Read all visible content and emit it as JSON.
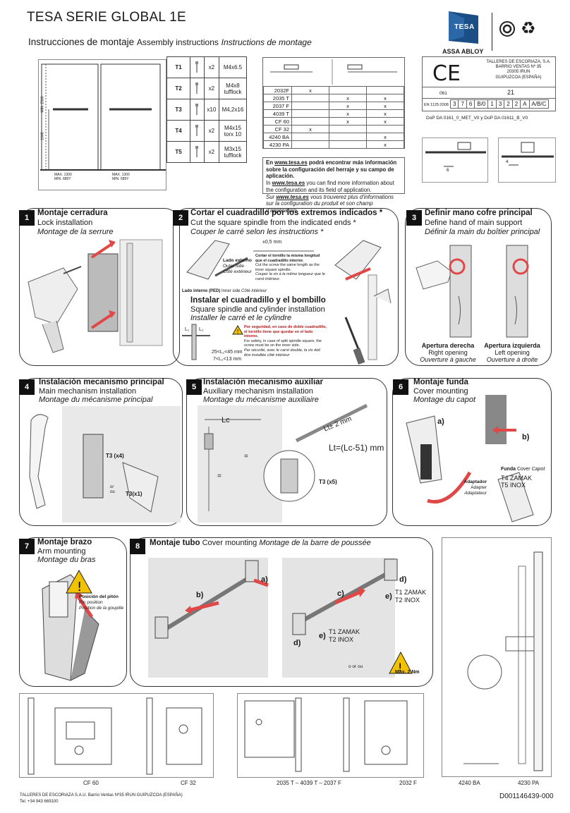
{
  "header": {
    "title": "TESA SERIE GLOBAL 1E",
    "subtitle_es": "Instrucciones de montaje",
    "subtitle_en": "Assembly instructions",
    "subtitle_fr": "Instructions de montage",
    "brand": "TESA",
    "group": "ASSA ABLOY"
  },
  "door_diagram": {
    "dim_1": "MIN. 2500",
    "dim_2": "1048",
    "dim_3": "MAX. 1300\nMIN. 685Y",
    "dim_4": "MAX. 1300\nMIN. 685Y"
  },
  "screws": [
    {
      "code": "T1",
      "qty": "x2",
      "spec": "M4x6.5"
    },
    {
      "code": "T2",
      "qty": "x2",
      "spec": "M4x8\ntufflock"
    },
    {
      "code": "T3",
      "qty": "x10",
      "spec": "M4,2x16"
    },
    {
      "code": "T4",
      "qty": "x2",
      "spec": "M4x15\ntorx 10"
    },
    {
      "code": "T5",
      "qty": "x2",
      "spec": "M3x15\ntufflock"
    }
  ],
  "models": [
    {
      "name": "2032F",
      "c1": "x",
      "c2": "",
      "c3": ""
    },
    {
      "name": "2035 T",
      "c1": "",
      "c2": "x",
      "c3": "x"
    },
    {
      "name": "2037 F",
      "c1": "",
      "c2": "x",
      "c3": "x"
    },
    {
      "name": "4039 T",
      "c1": "",
      "c2": "x",
      "c3": "x"
    },
    {
      "name": "CF 60",
      "c1": "",
      "c2": "x",
      "c3": "x"
    },
    {
      "name": "CF 32",
      "c1": "x",
      "c2": "",
      "c3": ""
    },
    {
      "name": "4240 BA",
      "c1": "",
      "c2": "",
      "c3": "x"
    },
    {
      "name": "4230 PA",
      "c1": "",
      "c2": "",
      "c3": "x"
    }
  ],
  "info": {
    "es_pre": "En ",
    "es_link": "www.tesa.es",
    "es_post": " podrá encontrar más información sobre la configuración del herraje y su campo de aplicación.",
    "en_pre": "In ",
    "en_link": "www.tesa.es",
    "en_post": " you can find more information about the configuration and its field of application.",
    "fr_pre": "Sur ",
    "fr_link": "www.tesa.es",
    "fr_post": " vous trouverez plus d'informations sur la configuration du produit et son champ d'application."
  },
  "ce": {
    "mark": "CE",
    "company": "TALLERES DE ESCORIAZA, S.A.\nBARRIO VENTAS Nº 35\n20305 IRUN\nGUIPUZCOA (ESPAÑA)",
    "code": "061",
    "year": "21",
    "norm": "EN 1125:2008",
    "cells": [
      "3",
      "7",
      "6",
      "B/0",
      "1",
      "3",
      "2",
      "2",
      "A",
      "A/B/C"
    ],
    "dop": "DoP DA 0161_0_MET_V0 y DoP DA 01611_B_V0"
  },
  "detail_dims": {
    "d1": "6",
    "d2": "4"
  },
  "steps": {
    "s1": {
      "num": "1",
      "es": "Montaje cerradura",
      "en": "Lock installation",
      "fr": "Montage de la serrure"
    },
    "s2": {
      "num": "2",
      "es": "Cortar el cuadradillo por los extremos indicados *",
      "en": "Cut the square  spindle from the indicated ends *",
      "fr": "Couper le carré selon les instructions *"
    },
    "s2_dim": "±0,5 mm",
    "s2_note_es": "Cortar el tornillo la misma longitud que el cuadradillo interior.",
    "s2_note_en": "Cut the screw the same length as the inner square spindle.",
    "s2_note_fr": "Couper la vis à la même longueur que le carré intérieur.",
    "s2_outside_es": "Lado externo",
    "s2_outside_en": "Outer side",
    "s2_outside_fr": "Côté extérieur",
    "s2_inside_es": "Lado interno (PED)",
    "s2_inside_en": "Inner side",
    "s2_inside_fr": "Côté intérieur",
    "s2b_es": "Instalar el cuadradillo y el bombillo",
    "s2b_en": "Square spindle and cylinder installation",
    "s2b_fr": "Installer le carré et le cylindre",
    "s2b_l1": "L₁",
    "s2b_l2": "L₂",
    "s2b_f1": "25<L₁<45 mm",
    "s2b_f2": "7<L₂<13 mm",
    "s2b_warn_es": "Por seguridad, en caso de doble cuadradillo, el tornillo tiene que quedar en el lado interno.",
    "s2b_warn_en": "For safety, in case of split spindle square, the screw must be on the inner side.",
    "s2b_warn_fr": "Par sécurité, avec le carré double, la vis doit être installée côté intérieur",
    "s3": {
      "num": "3",
      "es": "Definir mano cofre principal",
      "en": "Define hand of main support",
      "fr": "Définir la main du boîtier principal"
    },
    "s3_right_es": "Apertura derecha",
    "s3_right_en": "Right opening",
    "s3_right_fr": "Ouverture à gauche",
    "s3_left_es": "Apertura izquierda",
    "s3_left_en": "Left opening",
    "s3_left_fr": "Ouverture à droite",
    "s4": {
      "num": "4",
      "es": "Instalación mecanismo principal",
      "en": "Main mechanism installation",
      "fr": "Montage du mécanisme principal"
    },
    "s4_t3": "T3 (x4)",
    "s4_t3b": "T3(x1)",
    "s4_or": "or\nou",
    "s5": {
      "num": "5",
      "es": "Instalación mecanismo auxiliar",
      "en": "Auxiliary mechanism installation",
      "fr": "Montage du mécanisme auxiliaire"
    },
    "s5_lc": "Lc",
    "s5_lt": "Lt± 2 mm",
    "s5_formula": "Lt=(Lc-51) mm",
    "s5_t3": "T3  (x5)",
    "s5_eq": "=",
    "s6": {
      "num": "6",
      "es": "Montaje funda",
      "en": "Cover mounting",
      "fr": "Montage du capot"
    },
    "s6_a": "a)",
    "s6_b": "b)",
    "s6_adapter_es": "Adaptador",
    "s6_adapter_en": "Adapter",
    "s6_adapter_fr": "Adaptateur",
    "s6_funda_es": "Funda",
    "s6_funda_en": "Cover",
    "s6_funda_fr": "Capot",
    "s6_t4": "T4  ZAMAK",
    "s6_t5": "T5  INOX",
    "s7": {
      "num": "7",
      "es": "Montaje brazo",
      "en": "Arm mounting",
      "fr": "Montage du bras"
    },
    "s7_pin_es": "Posición del pitón",
    "s7_pin_en": "Pin position",
    "s7_pin_fr": "Position de la goupille",
    "s8": {
      "num": "8",
      "es": "Montaje tubo",
      "en": "Cover mounting",
      "fr": "Montage de la barre de poussée"
    },
    "s8_a": "a)",
    "s8_b": "b)",
    "s8_c": "c)",
    "s8_d": "d)",
    "s8_e": "e)",
    "s8_t1": "T1  ZAMAK",
    "s8_t2": "T2  INOX",
    "s8_or": "o or ou",
    "s8_max": "Max. 2 Nm"
  },
  "bottom": {
    "label_cf60": "CF 60",
    "label_cf32": "CF 32",
    "label_mid": "2035 T – 4039 T – 2037 F",
    "label_2032": "2032 F",
    "label_4240": "4240 BA",
    "label_4230": "4230 PA",
    "footer_company": "TALLERES DE ESCORIAZA S.A.U. Barrio Ventas Nº35 IRUN GUIPUZCOA (ESPAÑA)",
    "footer_tel": "Tel. +34 943 669100",
    "doc_code": "D001146439-000"
  }
}
